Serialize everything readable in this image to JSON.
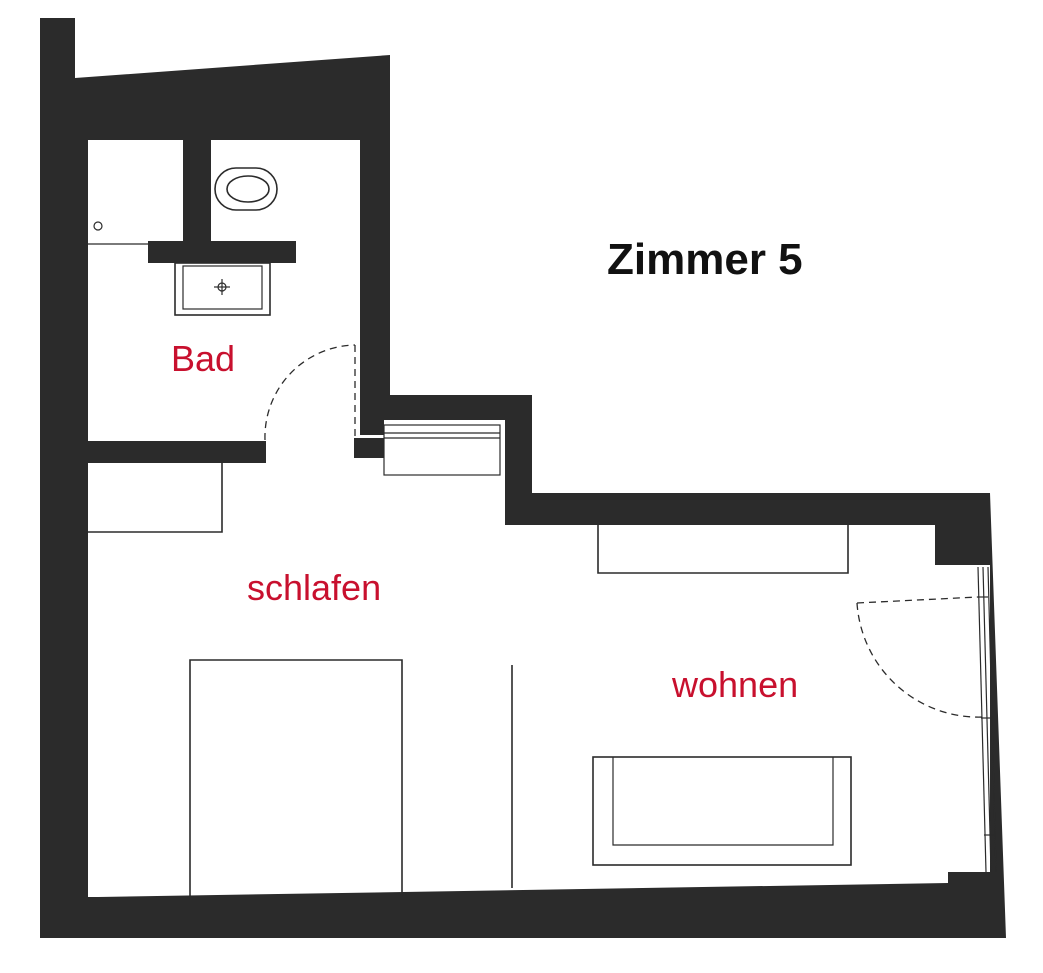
{
  "plan": {
    "title": "Zimmer 5",
    "rooms": [
      {
        "key": "bad",
        "label": "Bad"
      },
      {
        "key": "schlafen",
        "label": "schlafen"
      },
      {
        "key": "wohnen",
        "label": "wohnen"
      }
    ]
  },
  "colors": {
    "wall": "#2b2b2b",
    "room_label": "#c8102e",
    "title": "#111111"
  }
}
